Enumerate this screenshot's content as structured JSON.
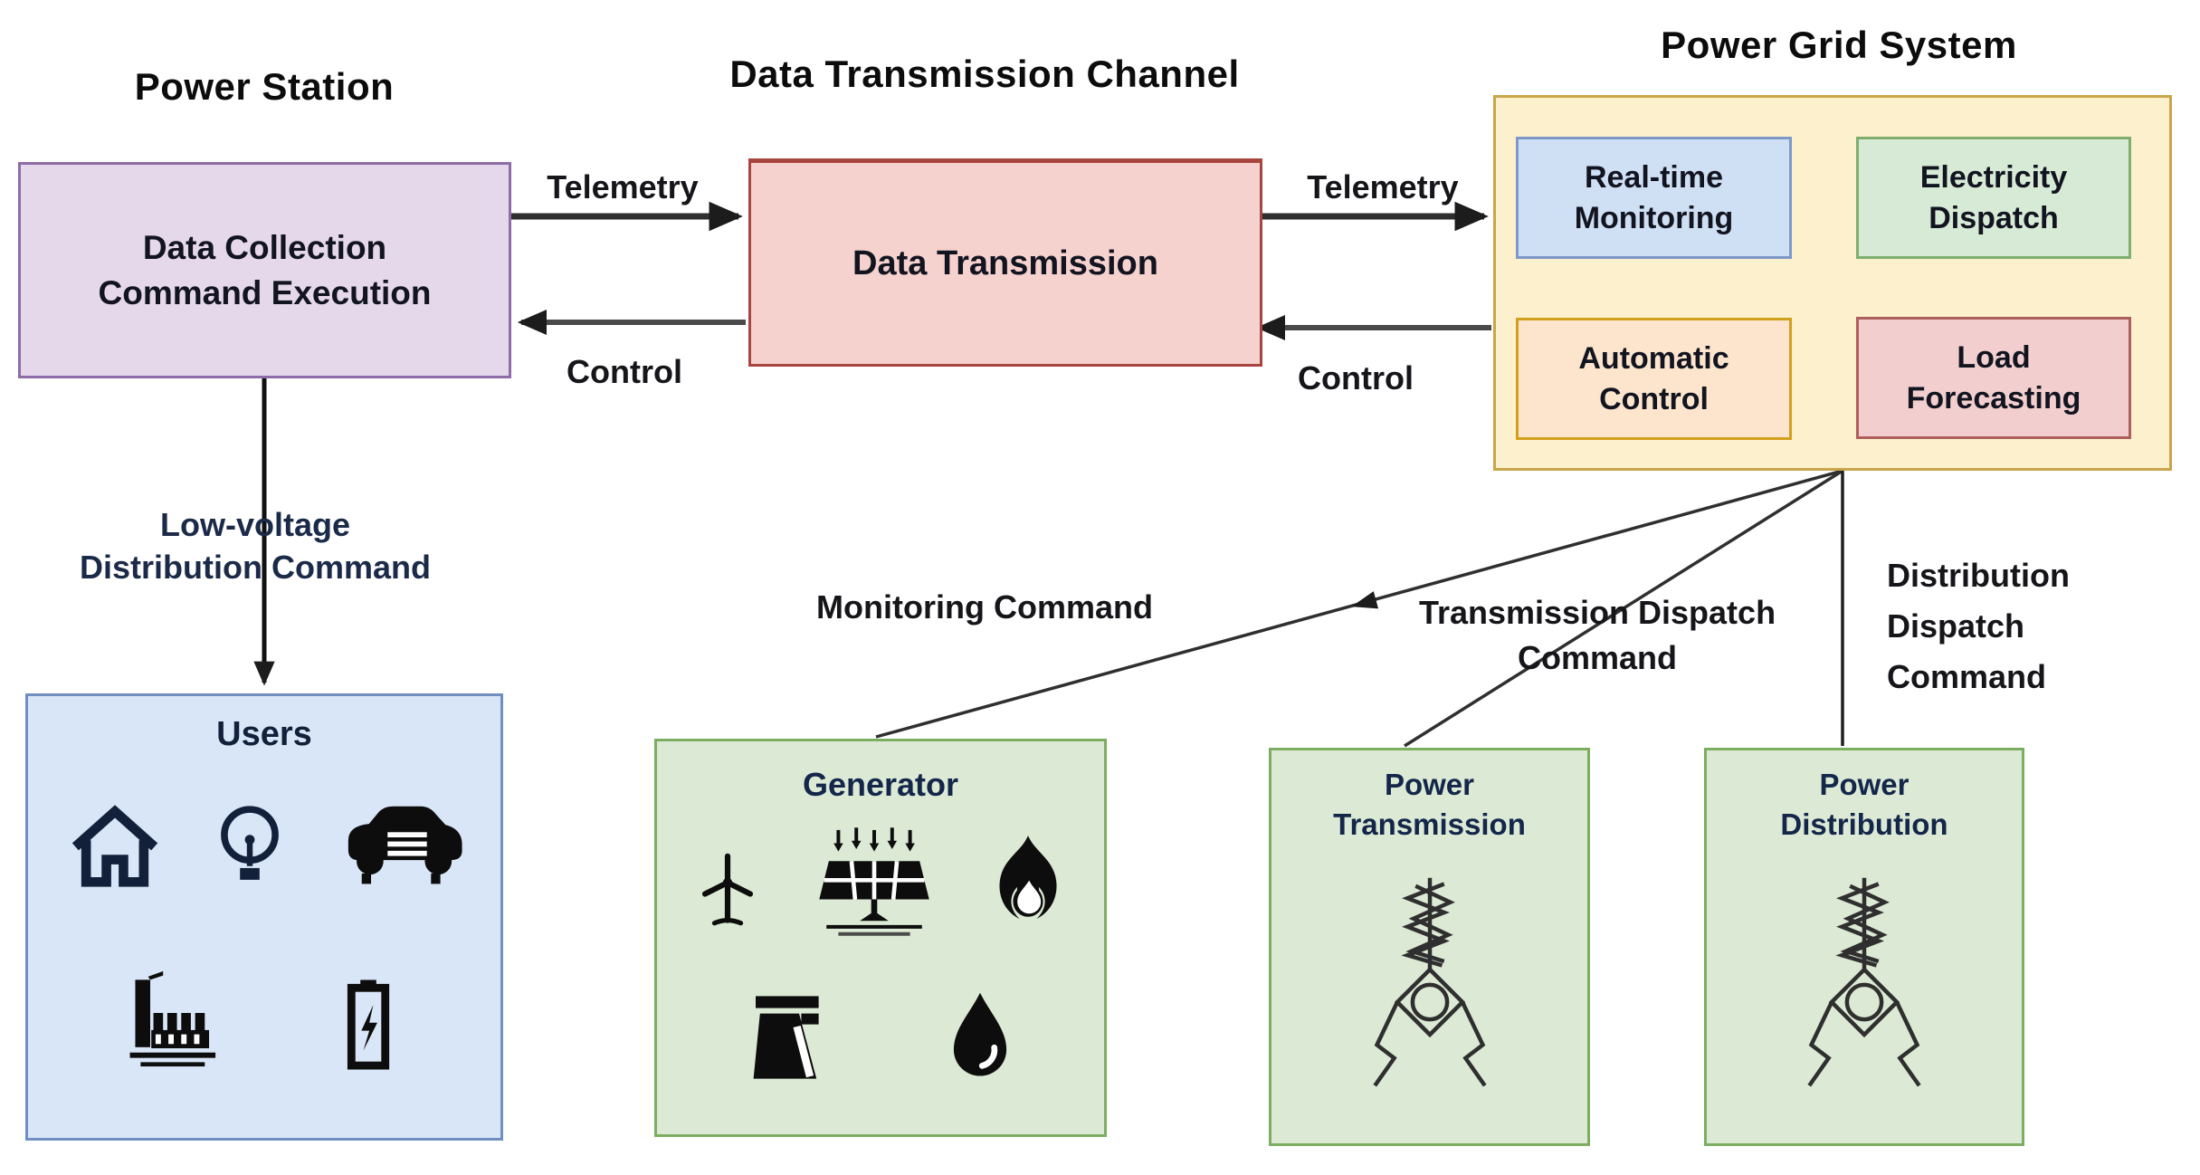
{
  "titles": {
    "power_station": "Power Station",
    "data_transmission_channel": "Data Transmission Channel",
    "power_grid_system": "Power Grid System"
  },
  "station": {
    "line1": "Data Collection",
    "line2": "Command  Execution"
  },
  "channel": {
    "label": "Data Transmission"
  },
  "grid": {
    "modules": [
      {
        "name": "real-time-monitoring",
        "line1": "Real-time",
        "line2": "Monitoring",
        "fill": "#CFE0F5",
        "border": "#7D98C9"
      },
      {
        "name": "electricity-dispatch",
        "line1": "Electricity",
        "line2": "Dispatch",
        "fill": "#D7EAD6",
        "border": "#7FAE6F"
      },
      {
        "name": "automatic-control",
        "line1": "Automatic",
        "line2": "Control",
        "fill": "#FCE5CC",
        "border": "#D2A01D"
      },
      {
        "name": "load-forecasting",
        "line1": "Load",
        "line2": "Forecasting",
        "fill": "#F2CFCE",
        "border": "#AD5F5C"
      }
    ]
  },
  "edges": {
    "telemetry_left": "Telemetry",
    "control_left": "Control",
    "telemetry_right": "Telemetry",
    "control_right": "Control",
    "low_voltage_line1": "Low-voltage",
    "low_voltage_line2": "Distribution Command",
    "monitoring": "Monitoring Command",
    "transmission_line1": "Transmission Dispatch",
    "transmission_line2": "Command",
    "distribution_line1": "Distribution",
    "distribution_line2": "Dispatch",
    "distribution_line3": "Command"
  },
  "users": {
    "title": "Users",
    "icons": [
      "house",
      "light-bulb",
      "car",
      "factory",
      "battery"
    ]
  },
  "generator": {
    "title": "Generator",
    "icons": [
      "wind-turbine",
      "solar-panel",
      "flame",
      "hydro-plant",
      "water-drop"
    ]
  },
  "transmission": {
    "line1": "Power",
    "line2": "Transmission",
    "icon": "transmission-tower"
  },
  "distribution": {
    "line1": "Power",
    "line2": "Distribution",
    "icon": "transmission-tower"
  },
  "colors": {
    "station_fill": "#E5D8EB",
    "station_border": "#8E6CA8",
    "channel_fill": "#F6D2CF",
    "channel_border": "#A9453F",
    "grid_fill": "#FCF1CC",
    "grid_border": "#C9A54B",
    "users_fill": "#D9E6F8",
    "users_border": "#6F8FC0",
    "green_fill": "#DCEAD5",
    "green_border": "#7CAE62",
    "wire": "#333333",
    "text": "#121420"
  }
}
